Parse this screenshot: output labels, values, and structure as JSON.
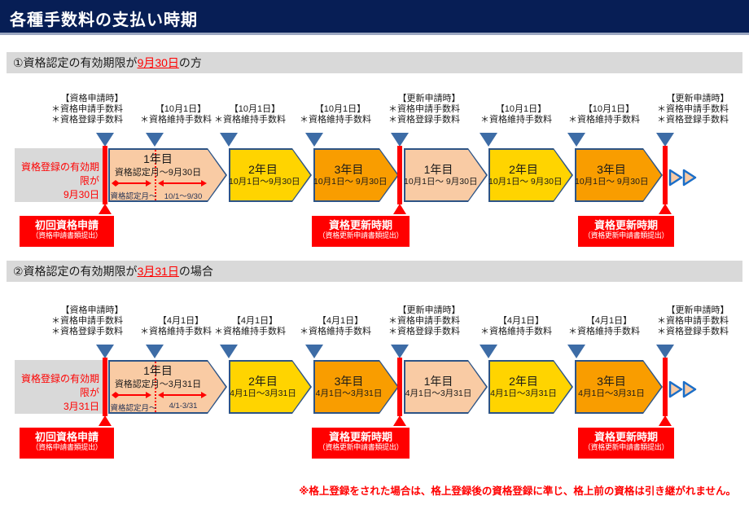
{
  "title": "各種手数料の支払い時期",
  "footnote": "※格上登録をされた場合は、格上登録後の資格登録に準じ、格上前の資格は引き継がれません。",
  "colors": {
    "header_navy": "#071e55",
    "accent_red": "#ff0000",
    "year1_peach": "#f9cba4",
    "year2_yellow": "#ffd400",
    "year3_orange": "#f99d00",
    "arrow_border_navy": "#2d5486",
    "pointer_blue": "#3d6ca6",
    "gray_band": "#d9d9d9"
  },
  "timelines": [
    {
      "section": {
        "prefix": "①資格認定の有効期限が",
        "date": "9月30日",
        "suffix": "の方"
      },
      "expiry": [
        "資格登録の有効期限が",
        "9月30日"
      ],
      "annotations": [
        {
          "lines": [
            "【資格申請時】",
            "＊資格申請手数料",
            "＊資格登録手数料"
          ]
        },
        {
          "lines": [
            "【10月1日】",
            "＊資格維持手数料"
          ]
        },
        {
          "lines": [
            "【10月1日】",
            "＊資格維持手数料"
          ]
        },
        {
          "lines": [
            "【10月1日】",
            "＊資格維持手数料"
          ]
        },
        {
          "lines": [
            "【更新申請時】",
            "＊資格申請手数料",
            "＊資格登録手数料"
          ]
        },
        {
          "lines": [
            "【10月1日】",
            "＊資格維持手数料"
          ]
        },
        {
          "lines": [
            "【10月1日】",
            "＊資格維持手数料"
          ]
        },
        {
          "lines": [
            "【更新申請時】",
            "＊資格申請手数料",
            "＊資格登録手数料"
          ]
        }
      ],
      "arrows": [
        {
          "title": "1年目",
          "subtitle": "資格認定月～9月30日",
          "seg1": "資格認定月～",
          "seg2": "10/1～9/30"
        },
        {
          "title": "2年目",
          "subtitle": "10月1日～9月30日"
        },
        {
          "title": "3年目",
          "subtitle": "10月1日～ 9月30日"
        },
        {
          "title": "1年目",
          "subtitle": "10月1日～ 9月30日"
        },
        {
          "title": "2年目",
          "subtitle": "10月1日～ 9月30日"
        },
        {
          "title": "3年目",
          "subtitle": "10月1日～ 9月30日"
        }
      ],
      "markers": [
        {
          "line1": "初回資格申請",
          "line2": "（資格申請書類提出）"
        },
        {
          "line1": "資格更新時期",
          "line2": "（資格更新申請書類提出）"
        },
        {
          "line1": "資格更新時期",
          "line2": "（資格更新申請書類提出）"
        }
      ]
    },
    {
      "section": {
        "prefix": "②資格認定の有効期限が",
        "date": "3月31日",
        "suffix": "の場合"
      },
      "expiry": [
        "資格登録の有効期限が",
        "3月31日"
      ],
      "annotations": [
        {
          "lines": [
            "【資格申請時】",
            "＊資格申請手数料",
            "＊資格登録手数料"
          ]
        },
        {
          "lines": [
            "【4月1日】",
            "＊資格維持手数料"
          ]
        },
        {
          "lines": [
            "【4月1日】",
            "＊資格維持手数料"
          ]
        },
        {
          "lines": [
            "【4月1日】",
            "＊資格維持手数料"
          ]
        },
        {
          "lines": [
            "【更新申請時】",
            "＊資格申請手数料",
            "＊資格登録手数料"
          ]
        },
        {
          "lines": [
            "【4月1日】",
            "＊資格維持手数料"
          ]
        },
        {
          "lines": [
            "【4月1日】",
            "＊資格維持手数料"
          ]
        },
        {
          "lines": [
            "【更新申請時】",
            "＊資格申請手数料",
            "＊資格登録手数料"
          ]
        }
      ],
      "arrows": [
        {
          "title": "1年目",
          "subtitle": "資格認定月～3月31日",
          "seg1": "資格認定月～",
          "seg2": "4/1-3/31"
        },
        {
          "title": "2年目",
          "subtitle": "4月1日～3月31日"
        },
        {
          "title": "3年目",
          "subtitle": "4月1日～3月31日"
        },
        {
          "title": "1年目",
          "subtitle": "4月1日～3月31日"
        },
        {
          "title": "2年目",
          "subtitle": "4月1日～3月31日"
        },
        {
          "title": "3年目",
          "subtitle": "4月1日～3月31日"
        }
      ],
      "markers": [
        {
          "line1": "初回資格申請",
          "line2": "（資格申請書類提出）"
        },
        {
          "line1": "資格更新時期",
          "line2": "（資格更新申請書類提出）"
        },
        {
          "line1": "資格更新時期",
          "line2": "（資格更新申請書類提出）"
        }
      ]
    }
  ]
}
